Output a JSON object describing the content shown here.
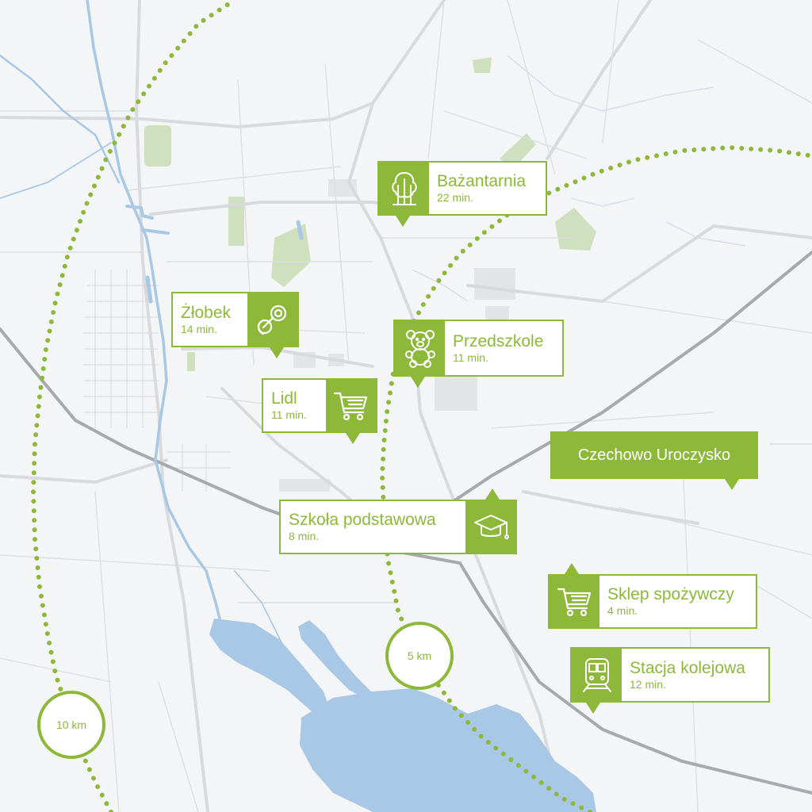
{
  "map": {
    "accent_color": "#8db83a",
    "water_color": "#a9c8e6",
    "park_color": "#cfe0bf",
    "road_color": "#d8dade",
    "rail_color": "#a6a9ad"
  },
  "pois": [
    {
      "name": "Bażantarnia",
      "time": "22 min.",
      "icon": "trees-icon"
    },
    {
      "name": "Żłobek",
      "time": "14 min.",
      "icon": "pacifier-icon"
    },
    {
      "name": "Przedszkole",
      "time": "11 min.",
      "icon": "teddy-bear-icon"
    },
    {
      "name": "Lidl",
      "time": "11 min.",
      "icon": "shopping-cart-icon"
    },
    {
      "name": "Szkoła podstawowa",
      "time": "8 min.",
      "icon": "graduation-cap-icon"
    },
    {
      "name": "Sklep spożywczy",
      "time": "4 min.",
      "icon": "shopping-cart-icon"
    },
    {
      "name": "Stacja kolejowa",
      "time": "12 min.",
      "icon": "train-icon"
    }
  ],
  "site_label": "Czechowo Uroczysko",
  "radii": [
    {
      "label": "5 km"
    },
    {
      "label": "10 km"
    }
  ]
}
